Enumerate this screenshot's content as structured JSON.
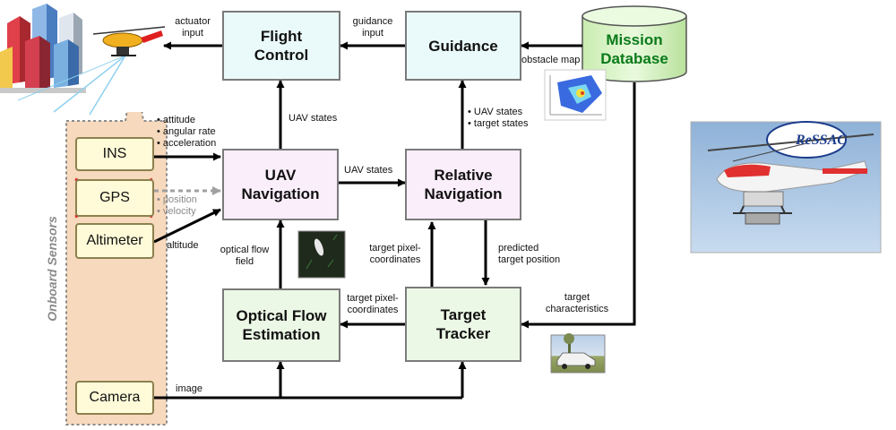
{
  "blocks": {
    "flight_control": "Flight\nControl",
    "guidance": "Guidance",
    "mission_database": "Mission\nDatabase",
    "uav_navigation": "UAV\nNavigation",
    "relative_navigation": "Relative\nNavigation",
    "optical_flow_estimation": "Optical Flow\nEstimation",
    "target_tracker": "Target\nTracker"
  },
  "sensors": {
    "ins": "INS",
    "gps": "GPS",
    "altimeter": "Altimeter",
    "camera": "Camera"
  },
  "sidebar_label": "Onboard Sensors",
  "labels": {
    "actuator_input": "actuator\ninput",
    "guidance_input": "guidance\ninput",
    "obstacle_map": "obstacle map",
    "uav_states_up": "UAV states",
    "uav_states_right": "UAV states",
    "rel_states": "• UAV states\n• target states",
    "ins_outputs": "• attitude\n• angular rate\n• acceleration",
    "gps_outputs": "• position\n• velocity",
    "altitude": "altitude",
    "optical_flow_field": "optical flow\nfield",
    "target_pixel_coords_up": "target pixel-\ncoordinates",
    "predicted_target_position": "predicted\ntarget position",
    "target_pixel_coords_left": "target pixel-\ncoordinates",
    "target_characteristics": "target\ncharacteristics",
    "image": "image"
  },
  "logo_text": "ReSSAC",
  "colors": {
    "arrow": "#000000",
    "gps_link": "#a0a0a0",
    "cross": "#e02020",
    "database_fill": "#dff5cf",
    "database_text": "#0a7a1a",
    "sensor_panel": "#f7d9bd"
  }
}
